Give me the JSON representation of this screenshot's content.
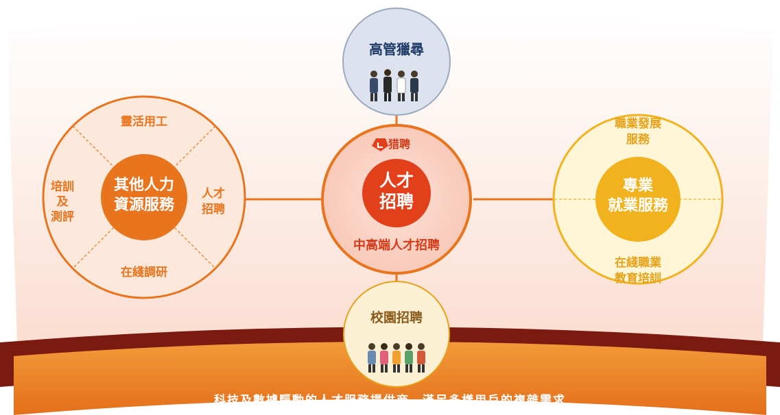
{
  "diagram": {
    "center": {
      "logo_text": "猎聘",
      "title_line1": "人才",
      "title_line2": "招聘",
      "subtitle": "中高端人才招聘"
    },
    "top_node": {
      "label": "高管獵尋"
    },
    "bottom_node": {
      "label": "校園招聘"
    },
    "left_group": {
      "center_line1": "其他人力",
      "center_line2": "資源服務",
      "top": "靈活用工",
      "right_line1": "人才",
      "right_line2": "招聘",
      "left_line1": "培訓",
      "left_line2": "及",
      "left_line3": "測評",
      "bottom": "在綫調研"
    },
    "right_group": {
      "center_line1": "專業",
      "center_line2": "就業服務",
      "top_line1": "職業發展",
      "top_line2": "服務",
      "bottom_line1": "在綫職業",
      "bottom_line2": "教育培訓"
    },
    "banner": "科技及數據驅動的人才服務提供商，滿足多樣用戶的複雜需求"
  },
  "colors": {
    "orange": "#e8741e",
    "orange_light": "#fbe3cf",
    "red_center": "#e2401a",
    "gold": "#f2b21e",
    "gold_light": "#fff2c4",
    "top_node_fill": "#dde3ee",
    "bottom_node_fill": "#fbefd4",
    "banner_red": "#7a1a10"
  },
  "icons": [
    "people-icon",
    "students-icon",
    "logo-icon"
  ]
}
